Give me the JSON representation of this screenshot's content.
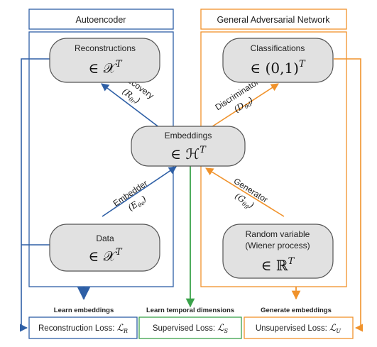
{
  "sections": {
    "autoencoder": "Autoencoder",
    "gan": "General Adversarial Network"
  },
  "nodes": {
    "reconstructions": {
      "title": "Reconstructions",
      "space": "∈ 𝒳",
      "sup": "T"
    },
    "classifications": {
      "title": "Classifications",
      "space": "∈ (0,1)",
      "sup": "T"
    },
    "embeddings": {
      "title": "Embeddings",
      "space": "∈ ℋ",
      "sup": "T"
    },
    "data": {
      "title": "Data",
      "space": "∈ 𝒳",
      "sup": "T"
    },
    "random": {
      "title_line1": "Random variable",
      "title_line2": "(Wiener process)",
      "space": "∈ ℝ",
      "sup": "T"
    }
  },
  "edges": {
    "recovery": {
      "label": "Recovery",
      "func": "(R",
      "sub": "θr",
      "close": ")"
    },
    "discriminator": {
      "label": "Discriminator",
      "func": "(D",
      "sub": "θd",
      "close": ")"
    },
    "embedder": {
      "label": "Embedder",
      "func": "(E",
      "sub": "θe",
      "close": ")"
    },
    "generator": {
      "label": "Generator",
      "func": "(G",
      "sub": "θg",
      "close": ")"
    }
  },
  "losses": {
    "reconstruction": {
      "heading": "Learn embeddings",
      "label": "Reconstruction Loss: ",
      "sym": "ℒ",
      "sub": "R"
    },
    "supervised": {
      "heading": "Learn temporal dimensions",
      "label": "Supervised Loss: ",
      "sym": "ℒ",
      "sub": "S"
    },
    "unsupervised": {
      "heading": "Generate embeddings",
      "label": "Unsupervised Loss: ",
      "sym": "ℒ",
      "sub": "U"
    }
  },
  "colors": {
    "blue": "#2e5fa6",
    "orange": "#f0922b",
    "green": "#3aa24a",
    "node_fill": "#e1e1e1",
    "node_stroke": "#555555"
  }
}
